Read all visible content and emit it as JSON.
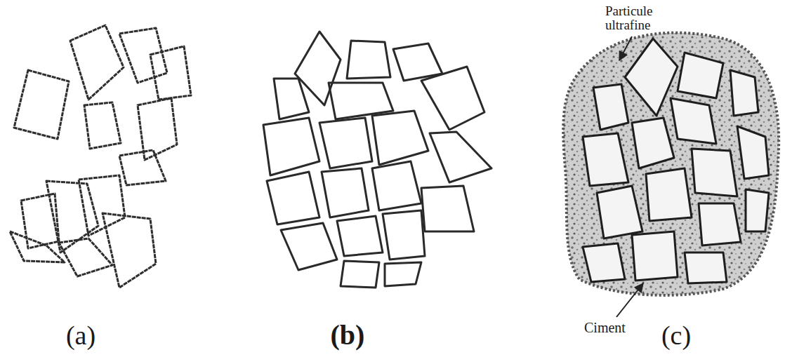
{
  "diagram": {
    "labels": [
      "Particule ultrafine",
      "Ciment",
      "(a)",
      "(b)",
      "(c)"
    ]
  }
}
